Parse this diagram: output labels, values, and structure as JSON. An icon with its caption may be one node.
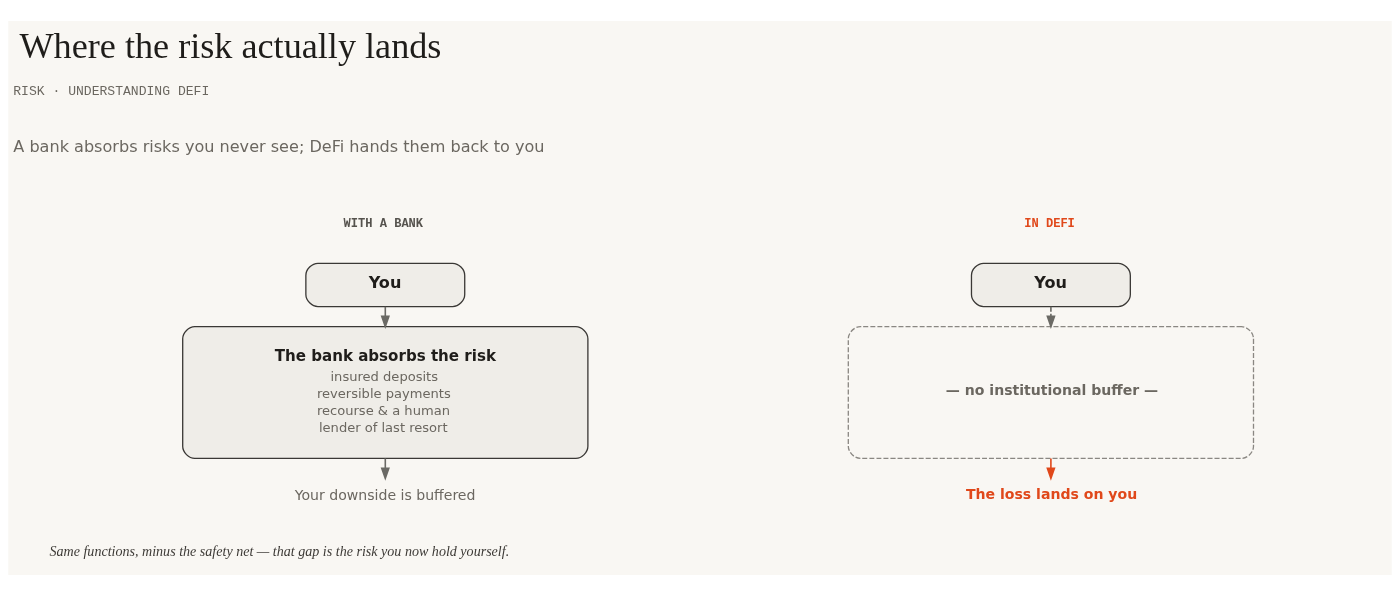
{
  "diagram": {
    "title": "Where the risk actually lands",
    "caption": "Same functions, minus the safety net — that gap is the risk you now hold yourself.",
    "nodes": [
      {
        "text": [
          "You"
        ]
      },
      {
        "text": [
          "The bank absorbs the risk",
          "insured deposits",
          "reversible payments",
          "recourse & a human",
          "lender of last resort"
        ]
      },
      {
        "text": [
          "Your downside is buffered"
        ]
      },
      {
        "text": [
          "You"
        ]
      },
      {
        "text": [
          "— no institutional buffer —"
        ]
      },
      {
        "text": [
          "The loss lands on you"
        ]
      }
    ],
    "edges": [
      {
        "from": 0,
        "to": 1,
        "arrow": "to"
      },
      {
        "from": 1,
        "to": 2,
        "arrow": "to"
      },
      {
        "from": 3,
        "to": 4,
        "arrow": "to",
        "style": "dashed"
      },
      {
        "from": 4,
        "to": 5,
        "arrow": "to",
        "color": "#e0481a"
      }
    ],
    "labels": [
      "RISK · UNDERSTANDING DEFI",
      "A bank absorbs risks you never see; DeFi hands them back to you",
      "WITH A BANK",
      "IN DEFI"
    ]
  }
}
